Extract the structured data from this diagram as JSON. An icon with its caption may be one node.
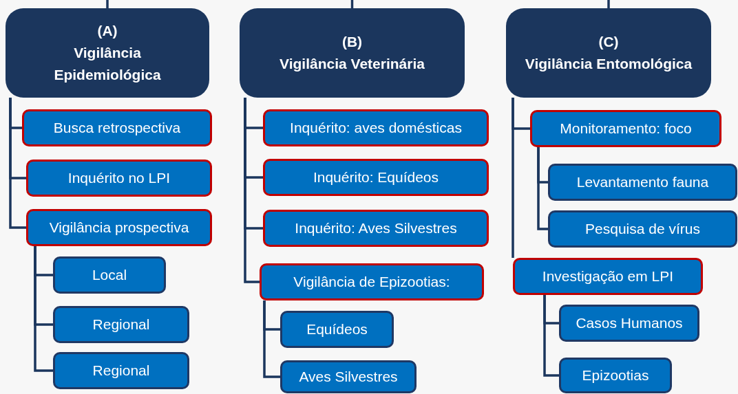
{
  "diagram": {
    "nodes": [
      {
        "text": [
          "(A)",
          "Vigilância Epidemiológica"
        ]
      },
      {
        "text": [
          "Busca retrospectiva"
        ]
      },
      {
        "text": [
          "Inquérito no LPI"
        ]
      },
      {
        "text": [
          "Vigilância prospectiva"
        ]
      },
      {
        "text": [
          "Local"
        ]
      },
      {
        "text": [
          "Regional"
        ]
      },
      {
        "text": [
          "Regional"
        ]
      },
      {
        "text": [
          "(B)",
          "Vigilância Veterinária"
        ]
      },
      {
        "text": [
          "Inquérito: aves domésticas"
        ]
      },
      {
        "text": [
          "Inquérito: Equídeos"
        ]
      },
      {
        "text": [
          "Inquérito: Aves Silvestres"
        ]
      },
      {
        "text": [
          "Vigilância de Epizootias:"
        ]
      },
      {
        "text": [
          "Equídeos"
        ]
      },
      {
        "text": [
          "Aves Silvestres"
        ]
      },
      {
        "text": [
          "(C)",
          "Vigilância Entomológica"
        ]
      },
      {
        "text": [
          "Monitoramento: foco"
        ]
      },
      {
        "text": [
          "Levantamento fauna"
        ]
      },
      {
        "text": [
          "Pesquisa de vírus"
        ]
      },
      {
        "text": [
          "Investigação em LPI"
        ]
      },
      {
        "text": [
          "Casos Humanos"
        ]
      },
      {
        "text": [
          "Epizootias"
        ]
      }
    ],
    "edges": [
      {
        "from": null,
        "to": 0,
        "arrow": "none"
      },
      {
        "from": 0,
        "to": 1,
        "arrow": "none"
      },
      {
        "from": 0,
        "to": 2,
        "arrow": "none"
      },
      {
        "from": 0,
        "to": 3,
        "arrow": "none"
      },
      {
        "from": 3,
        "to": 4,
        "arrow": "none"
      },
      {
        "from": 3,
        "to": 5,
        "arrow": "none"
      },
      {
        "from": 3,
        "to": 6,
        "arrow": "none"
      },
      {
        "from": null,
        "to": 7,
        "arrow": "none"
      },
      {
        "from": 7,
        "to": 8,
        "arrow": "none"
      },
      {
        "from": 7,
        "to": 9,
        "arrow": "none"
      },
      {
        "from": 7,
        "to": 10,
        "arrow": "none"
      },
      {
        "from": 7,
        "to": 11,
        "arrow": "none"
      },
      {
        "from": 11,
        "to": 12,
        "arrow": "none"
      },
      {
        "from": 11,
        "to": 13,
        "arrow": "none"
      },
      {
        "from": null,
        "to": 14,
        "arrow": "none"
      },
      {
        "from": 14,
        "to": 15,
        "arrow": "none"
      },
      {
        "from": 15,
        "to": 16,
        "arrow": "none"
      },
      {
        "from": 15,
        "to": 17,
        "arrow": "none"
      },
      {
        "from": 14,
        "to": 18,
        "arrow": "none"
      },
      {
        "from": 18,
        "to": 19,
        "arrow": "none"
      },
      {
        "from": 18,
        "to": 20,
        "arrow": "none"
      }
    ]
  }
}
